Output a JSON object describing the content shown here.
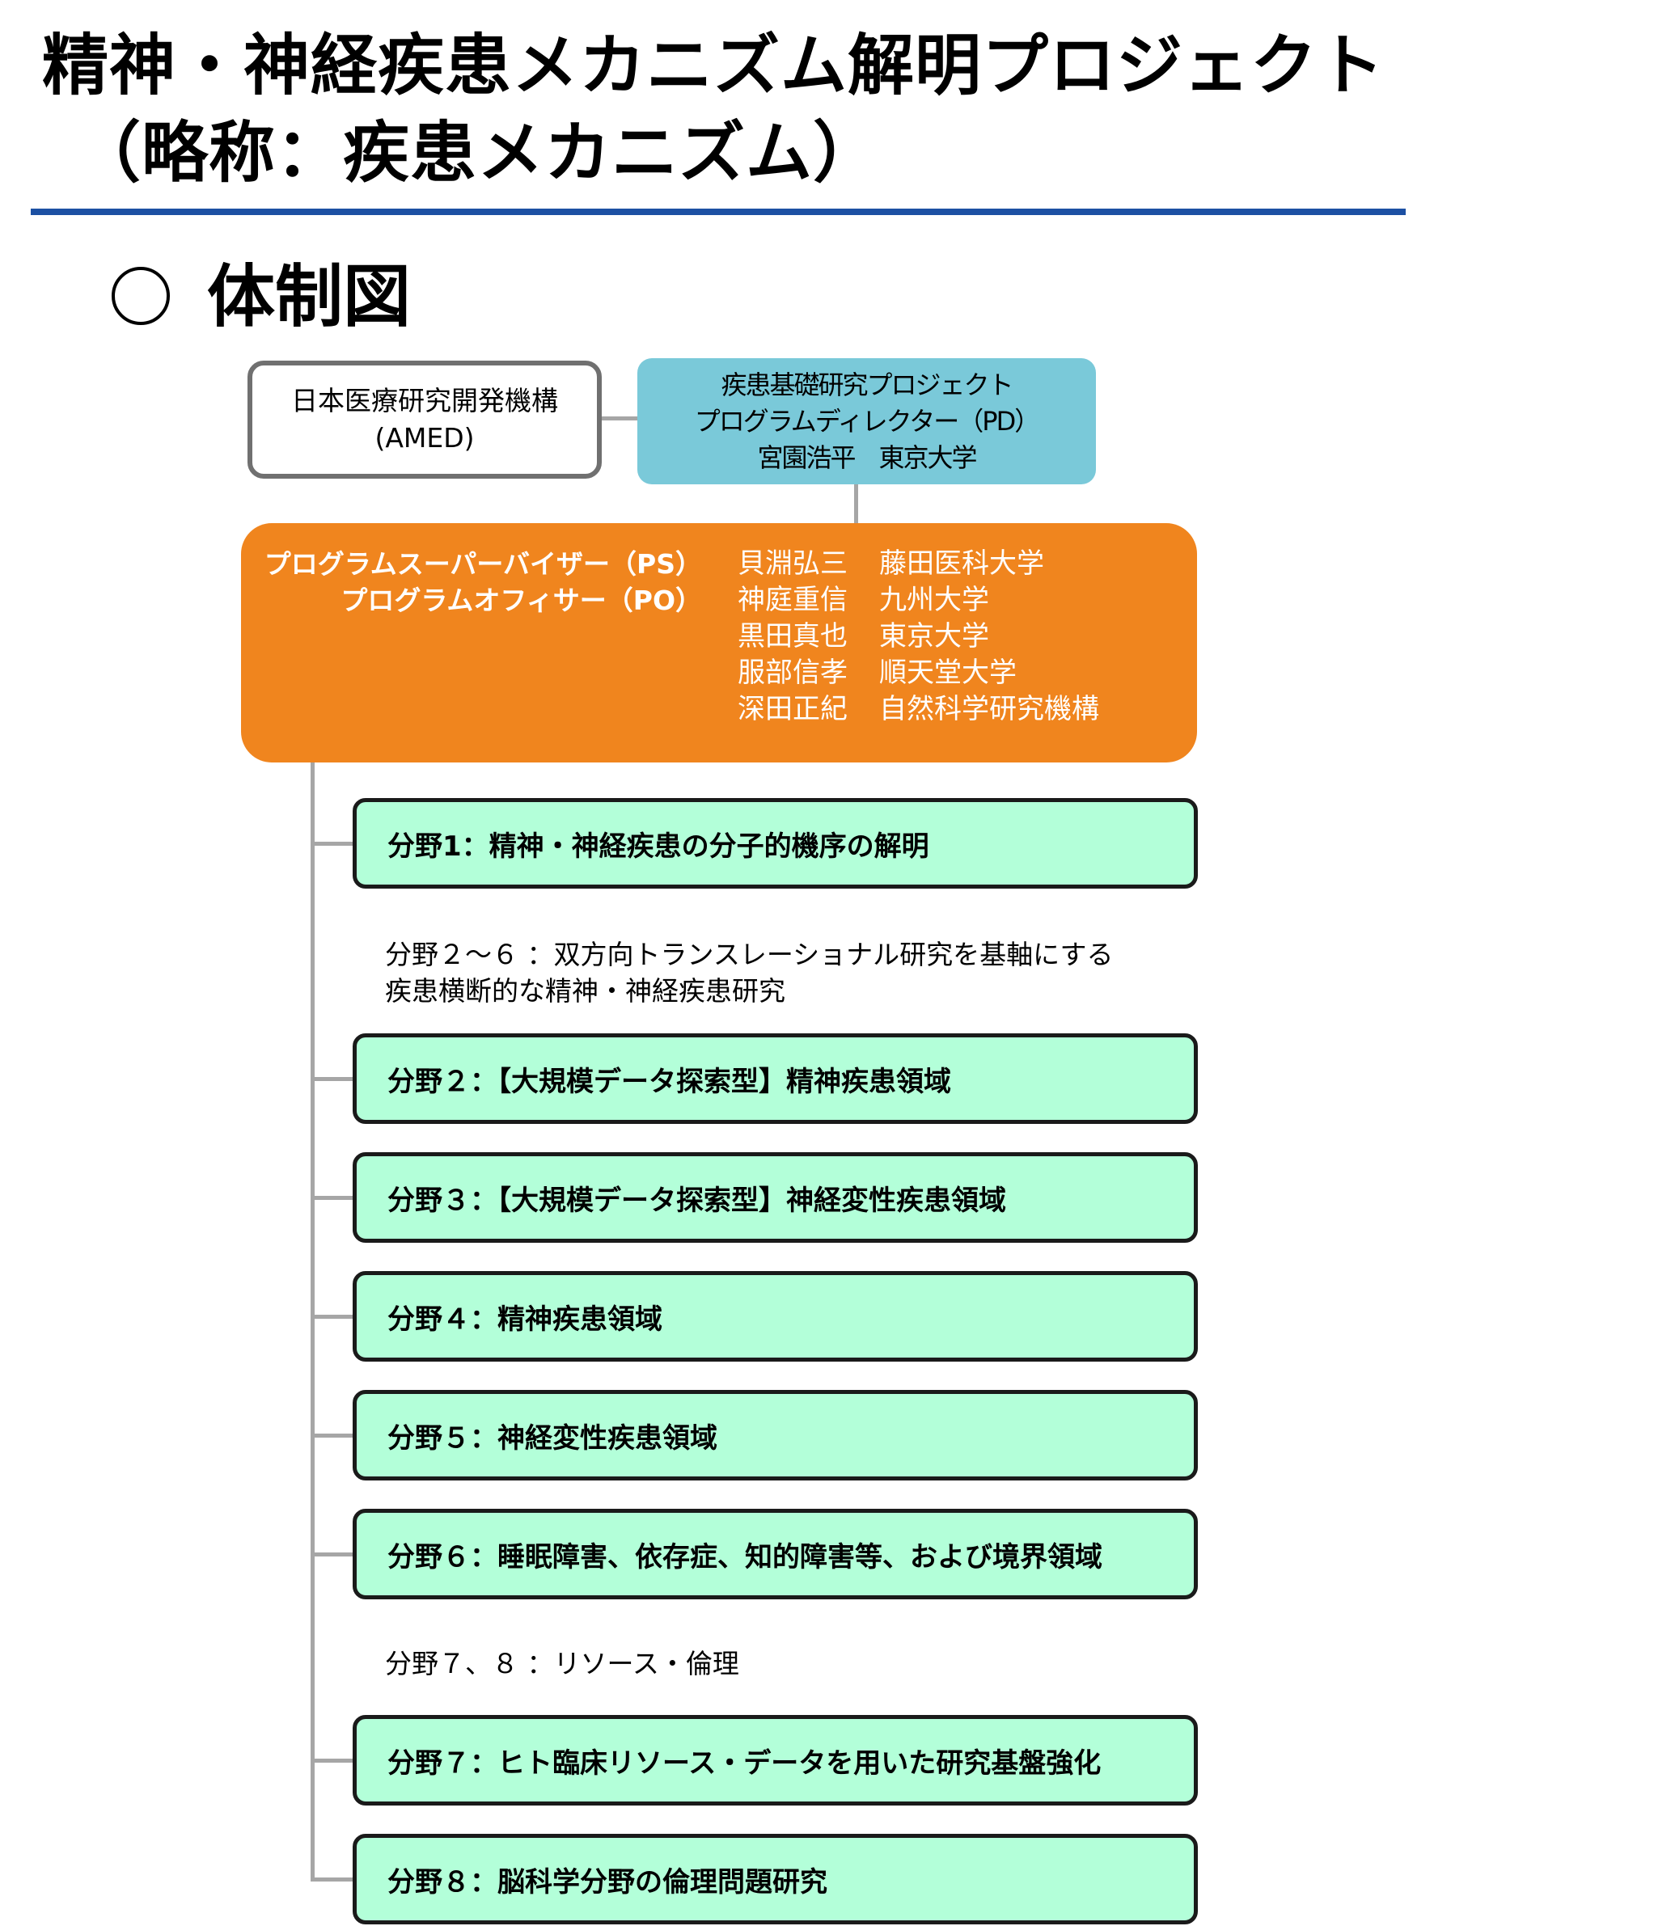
{
  "title": {
    "line1": "精神・神経疾患メカニズム解明プロジェクト",
    "line2": "（略称：疾患メカニズム）"
  },
  "section": {
    "marker": "○",
    "heading": "体制図"
  },
  "amed": {
    "line1": "日本医療研究開発機構",
    "line2": "(AMED)"
  },
  "pd": {
    "line1": "疾患基礎研究プロジェクト",
    "line2": "プログラムディレクター（PD）",
    "line3": "宮園浩平　東京大学"
  },
  "ps_po": {
    "roles": [
      "プログラムスーパーバイザー（PS）",
      "プログラムオフィサー（PO）"
    ],
    "members": [
      {
        "name": "貝淵弘三",
        "org": "藤田医科大学"
      },
      {
        "name": "神庭重信",
        "org": "九州大学"
      },
      {
        "name": "黒田真也",
        "org": "東京大学"
      },
      {
        "name": "服部信孝",
        "org": "順天堂大学"
      },
      {
        "name": "深田正紀",
        "org": "自然科学研究機構"
      }
    ]
  },
  "groups": {
    "g2_6_line1": "分野２～６ ：双方向トランスレーショナル研究を基軸にする",
    "g2_6_line2": "疾患横断的な精神・神経疾患研究",
    "g7_8": "分野７、８ ：リソース・倫理"
  },
  "fields": [
    "分野1：精神・神経疾患の分子的機序の解明",
    "分野２：【大規模データ探索型】精神疾患領域",
    "分野３：【大規模データ探索型】神経変性疾患領域",
    "分野４：精神疾患領域",
    "分野５：神経変性疾患領域",
    "分野６：睡眠障害、依存症、知的障害等、および境界領域",
    "分野７：ヒト臨床リソース・データを用いた研究基盤強化",
    "分野８：脳科学分野の倫理問題研究"
  ],
  "colors": {
    "title_rule": "#1c50a3",
    "pd_box": "#7ac9d9",
    "ps_box": "#f0851e",
    "field_box": "#b3ffd9",
    "connector": "#a6a6a6"
  }
}
